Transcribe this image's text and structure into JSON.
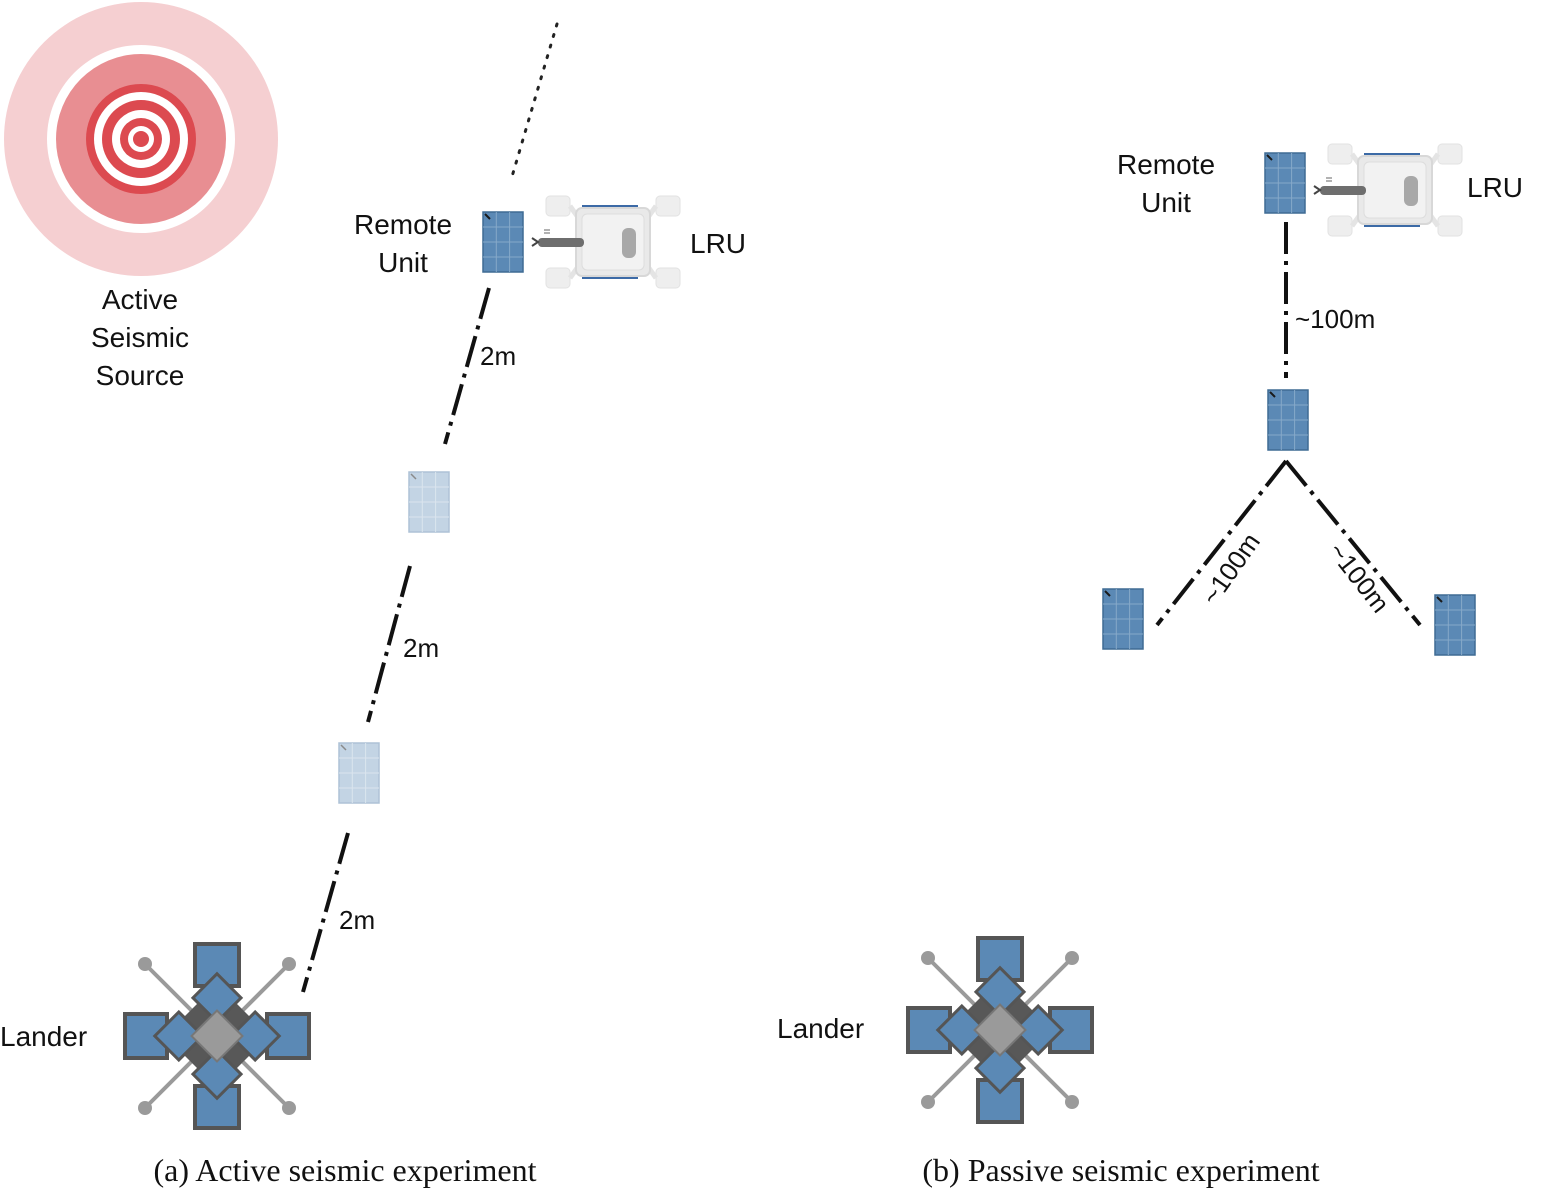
{
  "panel_a": {
    "caption": "(a) Active seismic experiment",
    "source_label": [
      "Active",
      "Seismic",
      "Source"
    ],
    "remote_unit_label": [
      "Remote",
      "Unit"
    ],
    "lru_label": "LRU",
    "lander_label": "Lander",
    "distances": [
      "2m",
      "2m",
      "2m"
    ]
  },
  "panel_b": {
    "caption": "(b) Passive seismic experiment",
    "remote_unit_label": [
      "Remote",
      "Unit"
    ],
    "lru_label": "LRU",
    "lander_label": "Lander",
    "distances": [
      "~100m",
      "~100m",
      "~100m"
    ]
  },
  "colors": {
    "panel_blue": "#5b89b5",
    "panel_faded": "#c3d4e4",
    "source_ring": "#f5cfd1",
    "source_mid": "#e88e92",
    "source_core": "#dc4a50"
  }
}
